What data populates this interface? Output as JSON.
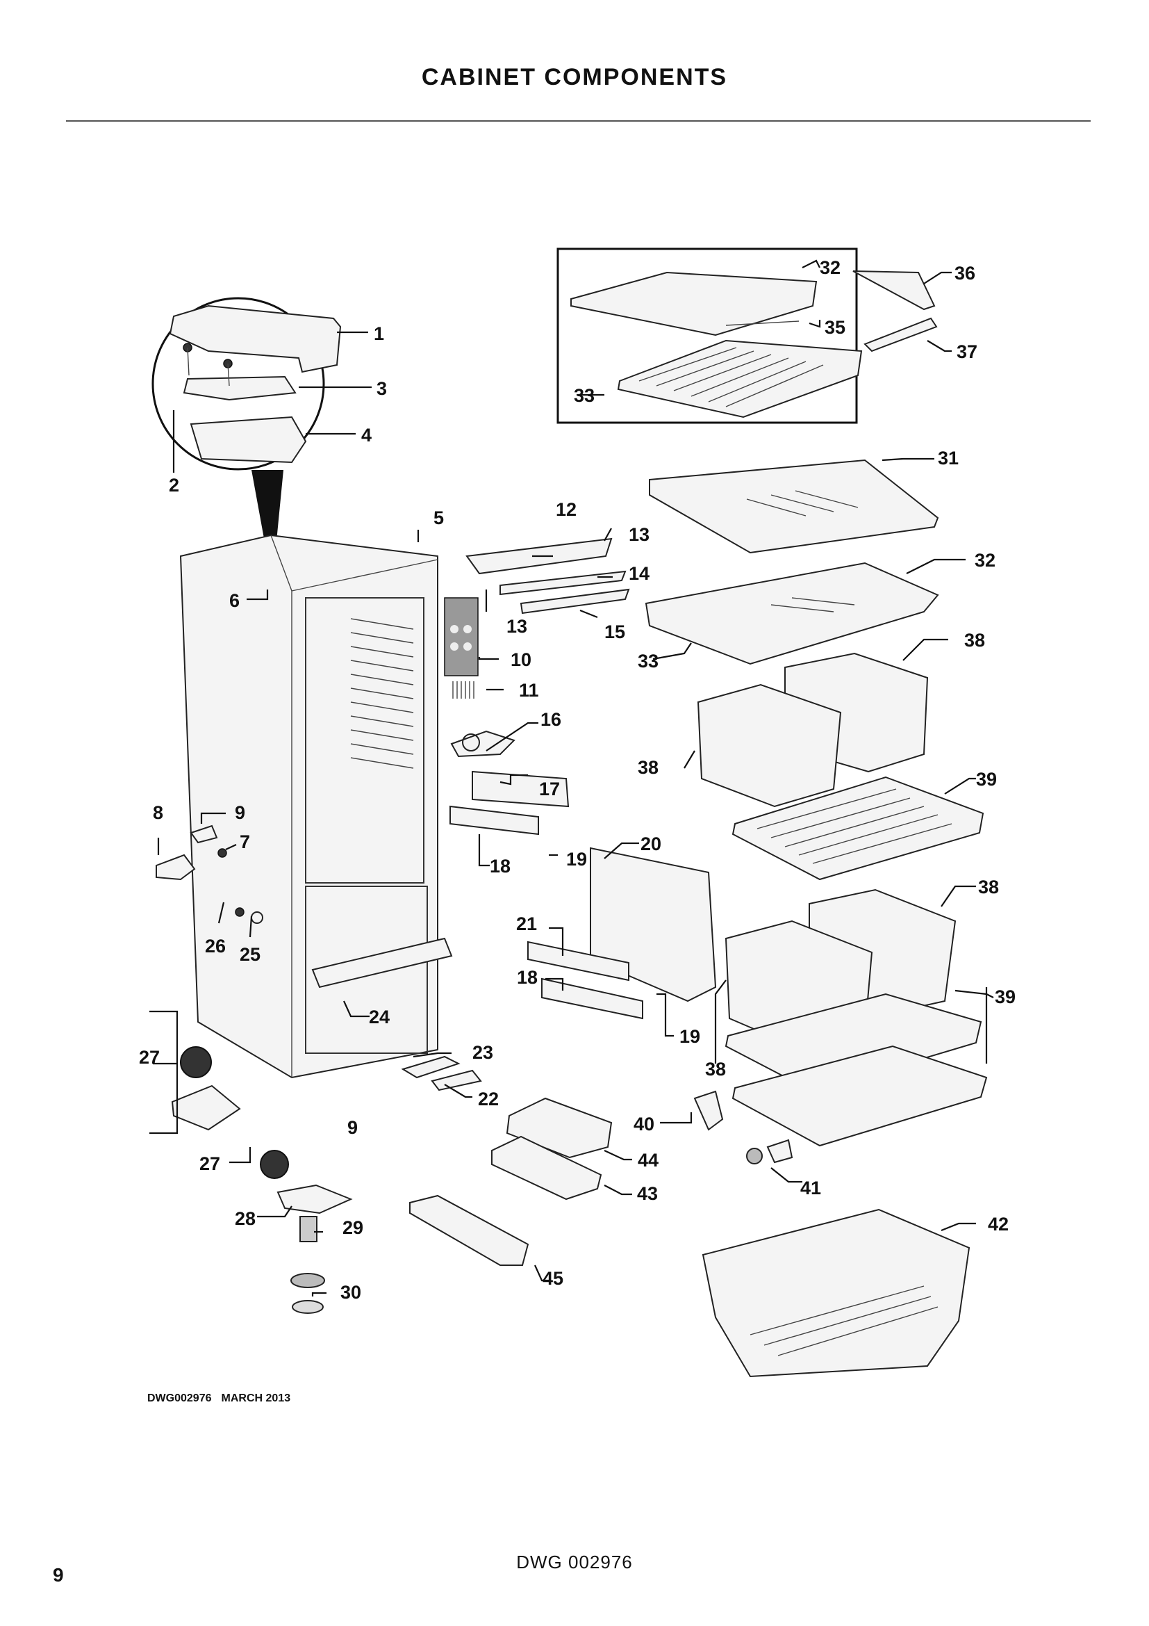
{
  "page": {
    "title": "CABINET COMPONENTS",
    "drawing_code": "DWG002976",
    "drawing_date": "MARCH 2013",
    "footer": "DWG 002976",
    "page_number": "9"
  },
  "callouts": [
    "1",
    "2",
    "3",
    "4",
    "5",
    "6",
    "7",
    "8",
    "9",
    "10",
    "11",
    "12",
    "13",
    "13",
    "14",
    "15",
    "16",
    "17",
    "18",
    "18",
    "19",
    "19",
    "20",
    "21",
    "22",
    "23",
    "24",
    "25",
    "26",
    "27",
    "27",
    "28",
    "29",
    "30",
    "31",
    "32",
    "32",
    "33",
    "33",
    "35",
    "36",
    "37",
    "38",
    "38",
    "38",
    "38",
    "39",
    "39",
    "40",
    "41",
    "42",
    "43",
    "44",
    "45",
    "9"
  ]
}
